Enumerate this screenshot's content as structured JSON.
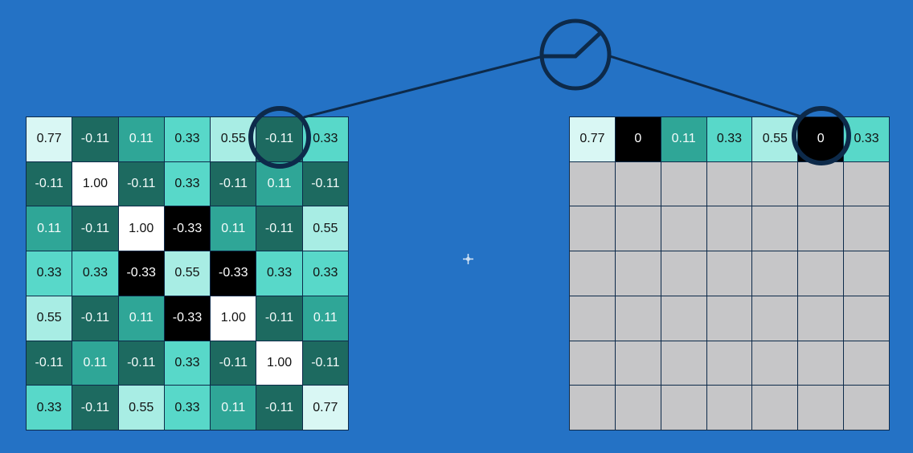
{
  "input_grid": [
    [
      "0.77",
      "-0.11",
      "0.11",
      "0.33",
      "0.55",
      "-0.11",
      "0.33"
    ],
    [
      "-0.11",
      "1.00",
      "-0.11",
      "0.33",
      "-0.11",
      "0.11",
      "-0.11"
    ],
    [
      "0.11",
      "-0.11",
      "1.00",
      "-0.33",
      "0.11",
      "-0.11",
      "0.55"
    ],
    [
      "0.33",
      "0.33",
      "-0.33",
      "0.55",
      "-0.33",
      "0.33",
      "0.33"
    ],
    [
      "0.55",
      "-0.11",
      "0.11",
      "-0.33",
      "1.00",
      "-0.11",
      "0.11"
    ],
    [
      "-0.11",
      "0.11",
      "-0.11",
      "0.33",
      "-0.11",
      "1.00",
      "-0.11"
    ],
    [
      "0.33",
      "-0.11",
      "0.55",
      "0.33",
      "0.11",
      "-0.11",
      "0.77"
    ]
  ],
  "output_grid": [
    [
      "0.77",
      "0",
      "0.11",
      "0.33",
      "0.55",
      "0",
      "0.33"
    ],
    [
      "",
      "",
      "",
      "",
      "",
      "",
      ""
    ],
    [
      "",
      "",
      "",
      "",
      "",
      "",
      ""
    ],
    [
      "",
      "",
      "",
      "",
      "",
      "",
      ""
    ],
    [
      "",
      "",
      "",
      "",
      "",
      "",
      ""
    ],
    [
      "",
      "",
      "",
      "",
      "",
      "",
      ""
    ],
    [
      "",
      "",
      "",
      "",
      "",
      "",
      ""
    ]
  ],
  "colors": {
    "background": "#2472c5",
    "highlight_ring": "#0d2a4a",
    "empty_cell": "#c6c6c8"
  },
  "icons": {
    "center_node": "relu-function-icon",
    "cursor": "crosshair-cursor-icon"
  }
}
